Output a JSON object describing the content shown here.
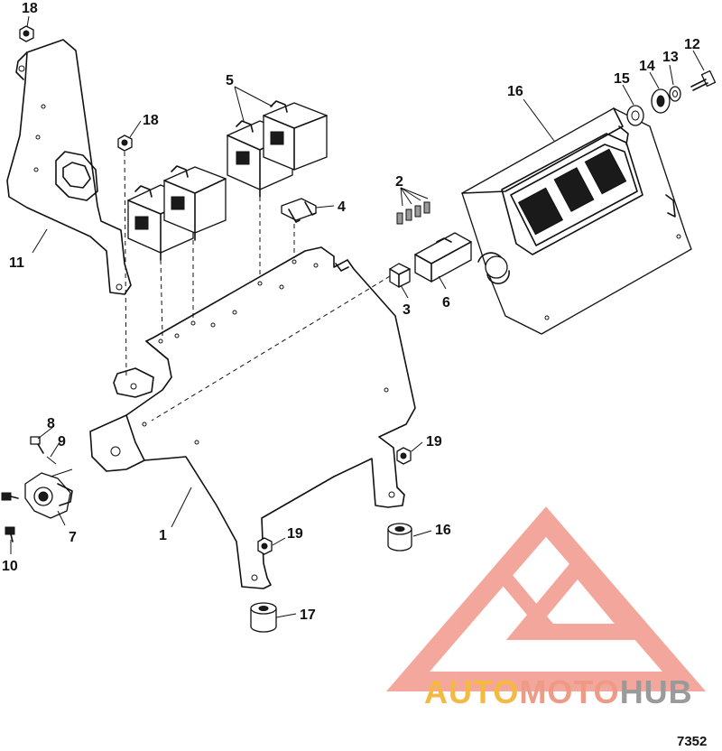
{
  "diagram": {
    "figure_number": "7352",
    "callouts": [
      "1",
      "2",
      "3",
      "4",
      "5",
      "6",
      "7",
      "8",
      "9",
      "10",
      "11",
      "12",
      "13",
      "14",
      "15",
      "16",
      "16",
      "17",
      "18",
      "18",
      "19",
      "19"
    ]
  },
  "watermark": {
    "part1": "AUTO",
    "part2": "MOTO",
    "part3": "HUB",
    "color_outline": "#f08a7c",
    "color_auto": "#f5b942",
    "color_moto": "#ef9a86",
    "color_hub": "#9a9a9a"
  }
}
